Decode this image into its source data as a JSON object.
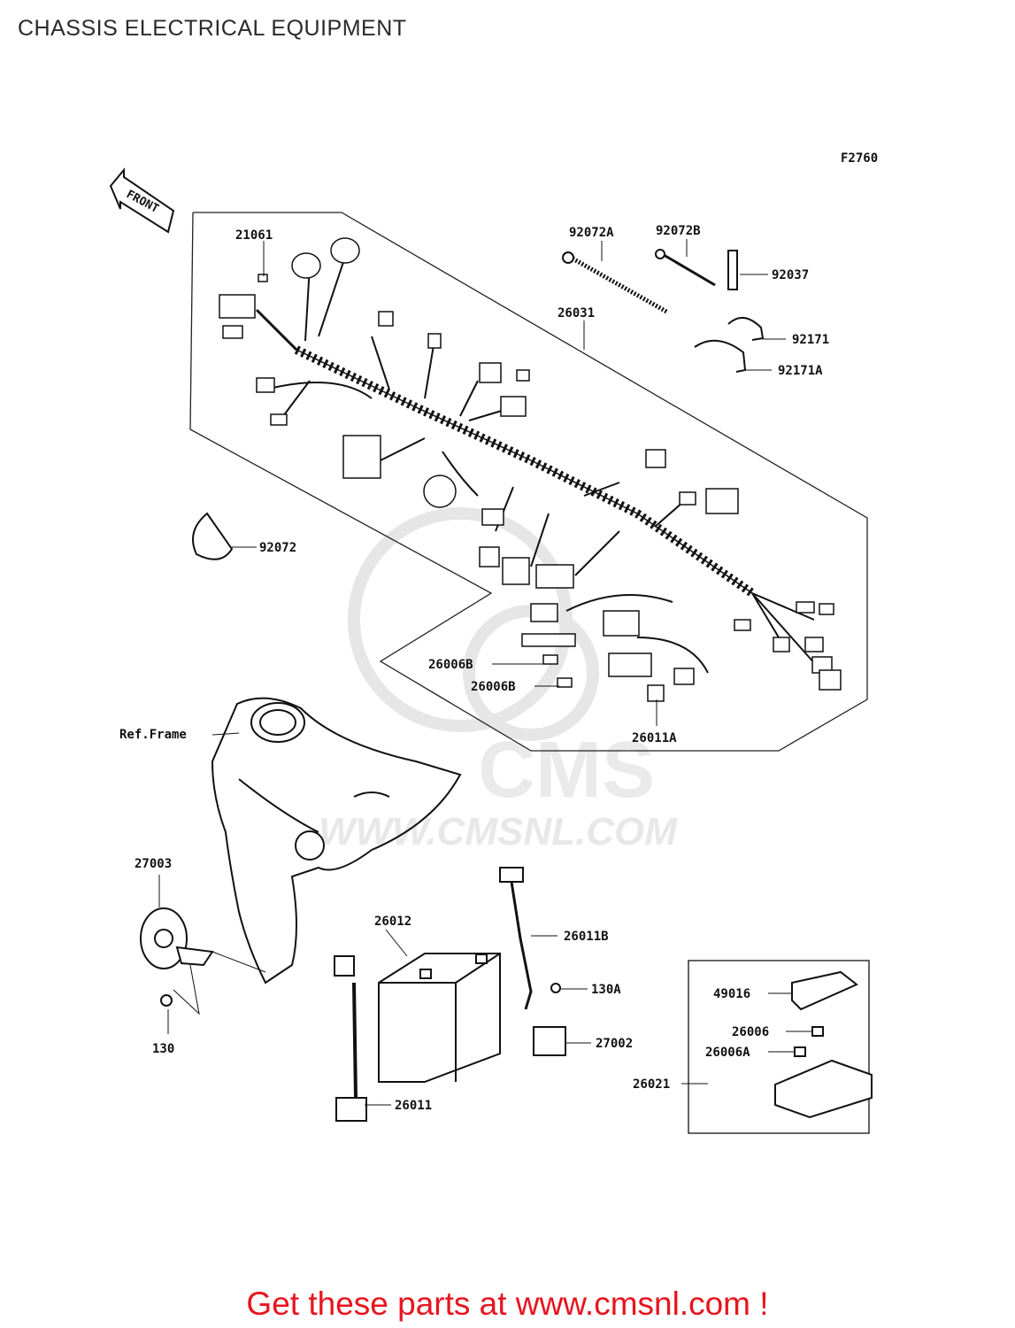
{
  "title": "CHASSIS ELECTRICAL EQUIPMENT",
  "figure_code": "F2760",
  "front_arrow_label": "FRONT",
  "ref_frame_label": "Ref.Frame",
  "watermark": {
    "brand": "CMS",
    "url": "WWW.CMSNL.COM"
  },
  "parts": [
    {
      "id": "p21061",
      "code": "21061"
    },
    {
      "id": "p92072A",
      "code": "92072A"
    },
    {
      "id": "p92072B",
      "code": "92072B"
    },
    {
      "id": "p92037",
      "code": "92037"
    },
    {
      "id": "p26031",
      "code": "26031"
    },
    {
      "id": "p92171",
      "code": "92171"
    },
    {
      "id": "p92171A",
      "code": "92171A"
    },
    {
      "id": "p92072",
      "code": "92072"
    },
    {
      "id": "p26006B1",
      "code": "26006B"
    },
    {
      "id": "p26006B2",
      "code": "26006B"
    },
    {
      "id": "p26011A",
      "code": "26011A"
    },
    {
      "id": "p27003",
      "code": "27003"
    },
    {
      "id": "p26012",
      "code": "26012"
    },
    {
      "id": "p26011B",
      "code": "26011B"
    },
    {
      "id": "p130A",
      "code": "130A"
    },
    {
      "id": "p49016",
      "code": "49016"
    },
    {
      "id": "p27002",
      "code": "27002"
    },
    {
      "id": "p26006",
      "code": "26006"
    },
    {
      "id": "p26006A",
      "code": "26006A"
    },
    {
      "id": "p26021",
      "code": "26021"
    },
    {
      "id": "p130",
      "code": "130"
    },
    {
      "id": "p26011",
      "code": "26011"
    }
  ],
  "footer": "Get these parts at www.cmsnl.com !"
}
